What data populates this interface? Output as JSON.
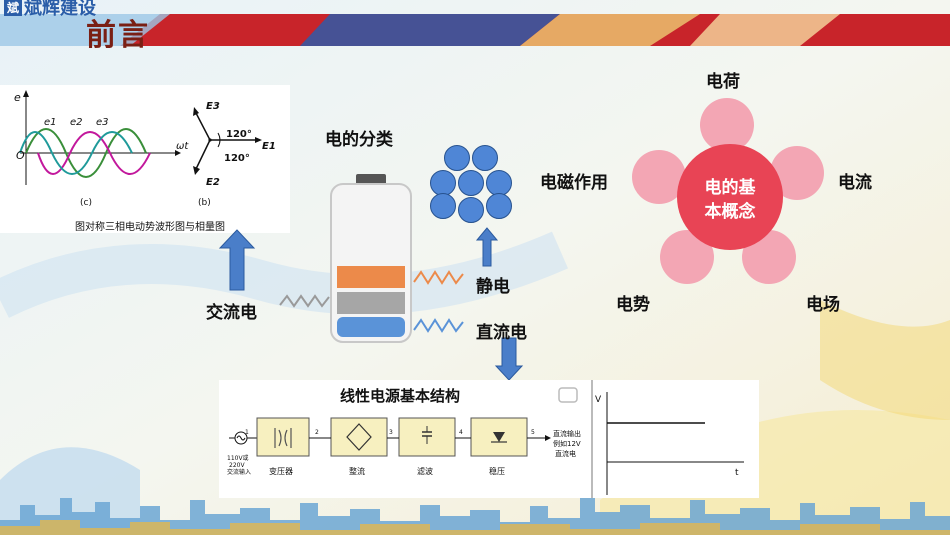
{
  "header": {
    "logo_text": "斌辉建设",
    "logo_mark": "斌",
    "title": "前言"
  },
  "waveform_figure": {
    "caption": "图对称三相电动势波形图与相量图",
    "axis_e": "e",
    "axis_origin": "O",
    "axis_wt": "ωt",
    "wave_labels": [
      "e1",
      "e2",
      "e3"
    ],
    "sub_a": "(c)",
    "sub_b": "(b)",
    "phasors": [
      "E3",
      "E1",
      "E2"
    ],
    "angle_1": "120°",
    "angle_2": "120°"
  },
  "labels": {
    "classification": "电的分类",
    "ac": "交流电",
    "static": "静电",
    "dc": "直流电"
  },
  "concepts": {
    "center": [
      "电的基",
      "本概念"
    ],
    "petals": {
      "top": "电荷",
      "right": "电流",
      "left": "电磁作用",
      "bottom_left": "电势",
      "bottom_right": "电场"
    }
  },
  "linear_power": {
    "title": "线性电源基本结构",
    "input": [
      "110V或",
      "220V",
      "交流输入"
    ],
    "stages": [
      "变压器",
      "整流",
      "滤波",
      "稳压"
    ],
    "node_numbers": [
      "1",
      "2",
      "3",
      "4",
      "5"
    ],
    "output": [
      "直流输出",
      "例如12V",
      "直流电"
    ]
  },
  "dc_graph": {
    "y_label": "V",
    "x_label": "t"
  },
  "colors": {
    "header_red": "#c8242a",
    "petal_pink": "#f3a6b4",
    "center_red": "#e84455",
    "arrow_blue": "#4a7ec9",
    "battery_orange": "#ec8a4a",
    "battery_gray": "#a6a6a6",
    "battery_blue": "#5a93d8"
  }
}
